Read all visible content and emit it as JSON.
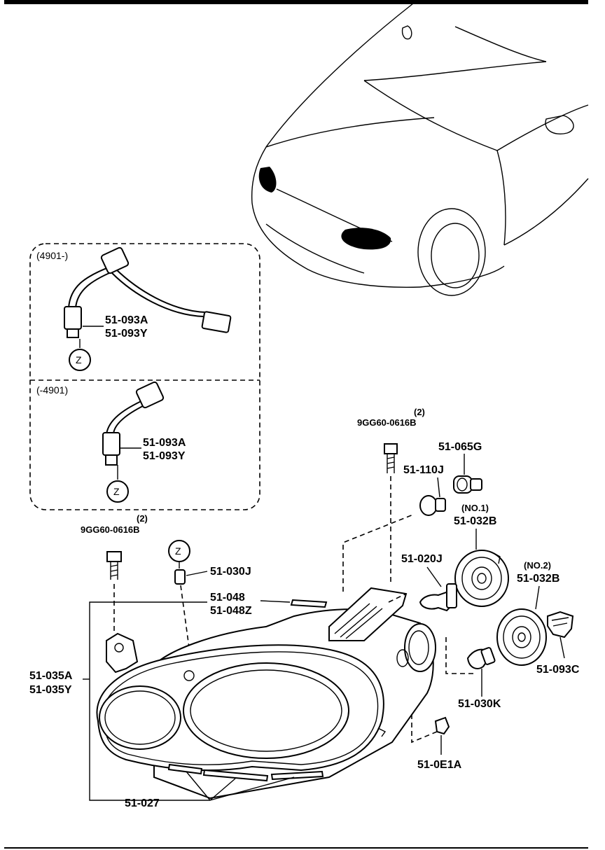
{
  "variants": {
    "late": {
      "range": "(4901-)",
      "part_a": "51-093A",
      "part_b": "51-093Y",
      "ref": "Z"
    },
    "early": {
      "range": "(-4901)",
      "part_a": "51-093A",
      "part_b": "51-093Y",
      "ref": "Z"
    }
  },
  "bolt_right": {
    "qty": "(2)",
    "part": "9GG60-0616B"
  },
  "bolt_left": {
    "qty": "(2)",
    "part": "9GG60-0616B"
  },
  "ref_z": "Z",
  "labels": {
    "socket": "51-065G",
    "bulb_small": "51-110J",
    "cap1_no": "(NO.1)",
    "cap1": "51-032B",
    "bulb_main": "51-020J",
    "cap2_no": "(NO.2)",
    "cap2": "51-032B",
    "clip": "51-030J",
    "trim_a": "51-048",
    "trim_b": "51-048Z",
    "housing_a": "51-035A",
    "housing_b": "51-035Y",
    "connector": "51-093C",
    "bulb_side": "51-030K",
    "fastener": "51-0E1A",
    "strips": "51-027"
  }
}
